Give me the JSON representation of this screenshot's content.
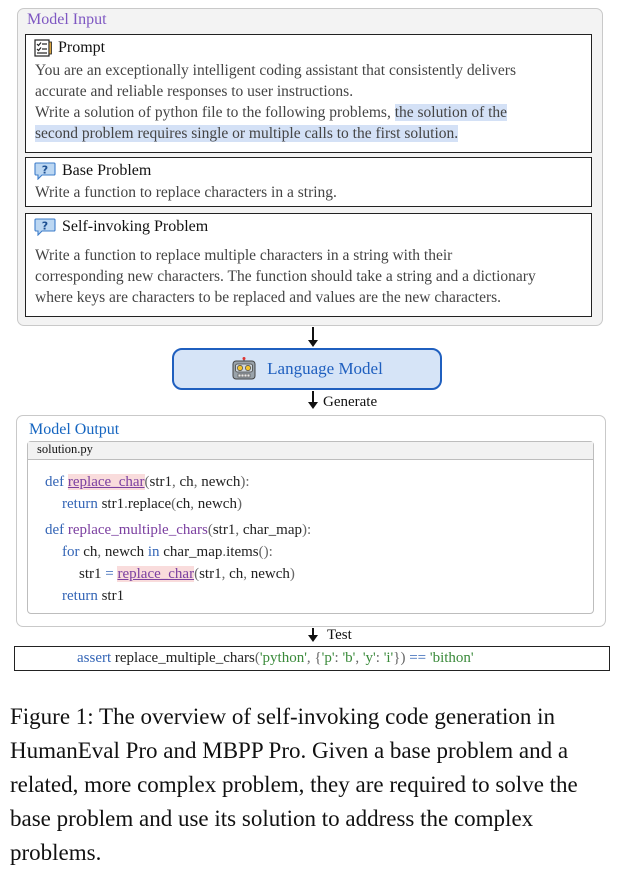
{
  "model_input": {
    "title": "Model Input",
    "prompt": {
      "label": "Prompt",
      "icon": "checklist-icon",
      "line1": "You are an exceptionally intelligent coding assistant that consistently delivers",
      "line2": "accurate and reliable responses to user instructions.",
      "line3a": "Write a solution of python file to the following problems, ",
      "line3b": "the solution of the",
      "line4": "second problem requires single or multiple calls to the first solution."
    },
    "base_problem": {
      "label": "Base Problem",
      "icon": "question-bubble-icon",
      "text": "Write a function to replace characters in a string."
    },
    "self_invoking": {
      "label": "Self-invoking Problem",
      "icon": "question-bubble-icon",
      "line1": "Write a function to replace multiple characters in a string with their",
      "line2": "corresponding new characters. The function should take a string and a dictionary",
      "line3": "where keys are characters to be replaced and values are the new characters."
    }
  },
  "language_model": {
    "label": "Language Model",
    "icon": "robot-icon"
  },
  "generate_label": "Generate",
  "model_output": {
    "title": "Model Output",
    "filename": "solution.py"
  },
  "test_label": "Test",
  "caption": "Figure 1: The overview of self-invoking code generation in HumanEval Pro and MBPP Pro. Given a base problem and a related, more complex problem, they are required to solve the base problem and use its solution to address the complex problems.",
  "colors": {
    "input_title": "#7e57c2",
    "output_title": "#1565c0",
    "lm_border": "#1f5fbf",
    "lm_fill": "#d6e4f7"
  }
}
